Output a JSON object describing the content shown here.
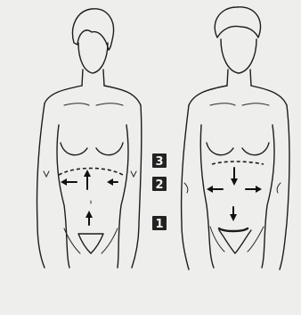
{
  "badges": [
    "3",
    "2",
    "1"
  ],
  "colors": {
    "background": "#eeeeec",
    "ink": "#1d1d1d",
    "badge": "#222222"
  }
}
